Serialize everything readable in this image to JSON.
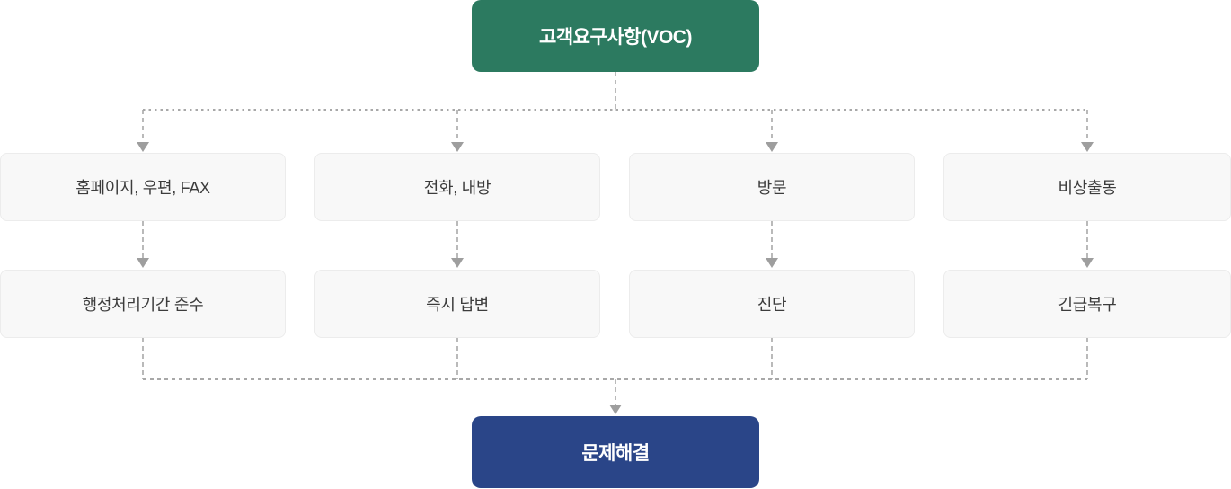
{
  "diagram": {
    "title_node": {
      "label": "고객요구사항(VOC)"
    },
    "channels": [
      {
        "label": "홈페이지, 우편, FAX"
      },
      {
        "label": "전화, 내방"
      },
      {
        "label": "방문"
      },
      {
        "label": "비상출동"
      }
    ],
    "responses": [
      {
        "label": "행정처리기간 준수"
      },
      {
        "label": "즉시 답변"
      },
      {
        "label": "진단"
      },
      {
        "label": "긴급복구"
      }
    ],
    "result_node": {
      "label": "문제해결"
    },
    "colors": {
      "root_bg": "#2C7A60",
      "result_bg": "#2A4588",
      "node_bg": "#F8F8F8",
      "node_border": "#ECECEC",
      "node_text": "#3C3C3C",
      "accent_text": "#FFFFFF",
      "connector": "#A8A8A8",
      "arrow": "#9E9E9E"
    }
  }
}
